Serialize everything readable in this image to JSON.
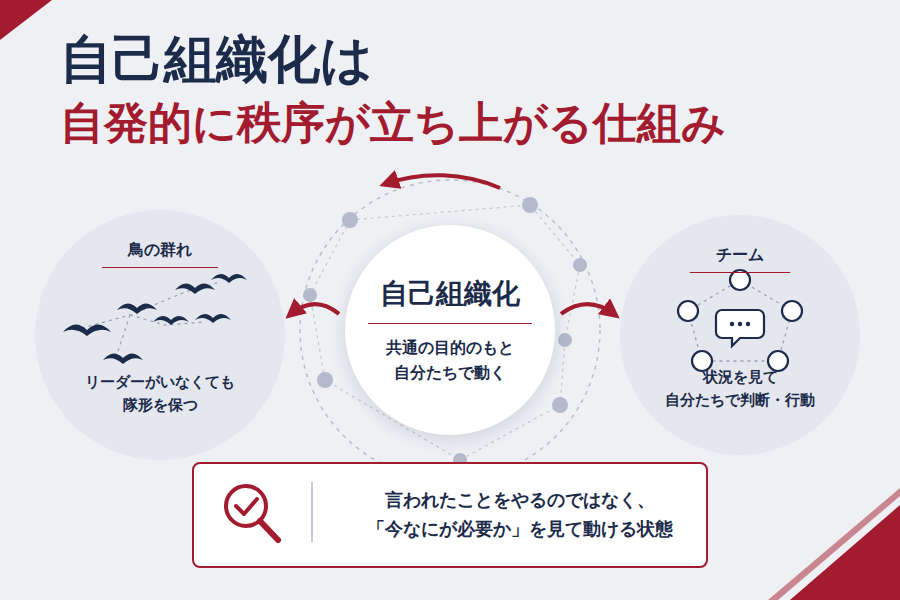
{
  "diagram": {
    "title": "自己組織化は 自発的に秩序が立ち上がる仕組み",
    "nodes": [
      {
        "text": [
          "鳥の群れ",
          "リーダーがいなくても 隊形を保つ"
        ]
      },
      {
        "text": [
          "自己組織化",
          "共通の目的のもと 自分たちで動く"
        ]
      },
      {
        "text": [
          "チーム",
          "状況を見て 自分たちで判断・行動"
        ]
      },
      {
        "text": [
          "言われたことをやるのではなく、 「今なにが必要か」を見て動ける状態"
        ]
      }
    ],
    "edges": [
      {
        "from": 1,
        "to": 0,
        "arrow": "to"
      },
      {
        "from": 1,
        "to": 2,
        "arrow": "to"
      }
    ]
  }
}
